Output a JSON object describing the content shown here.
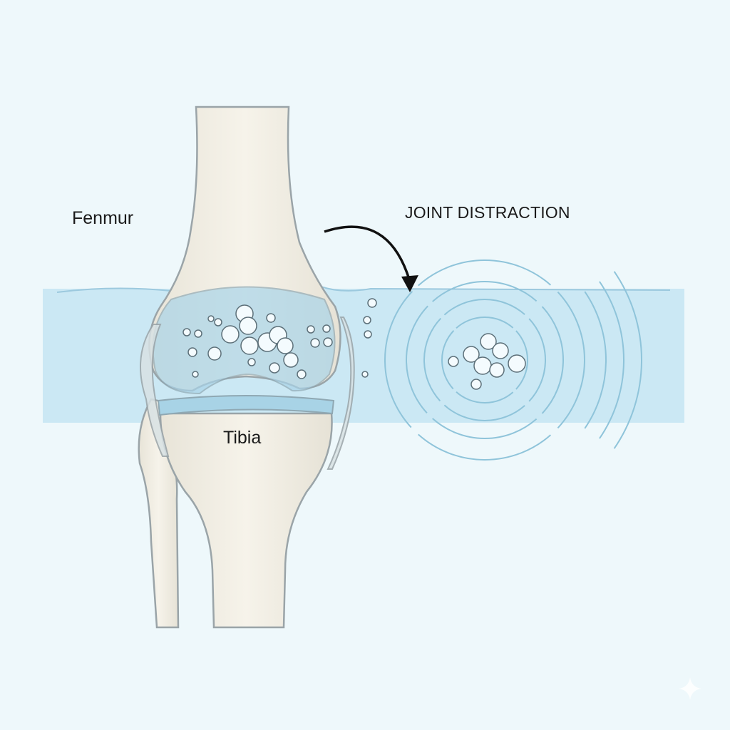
{
  "labels": {
    "femur": "Fenmur",
    "tibia": "Tibia",
    "annotation": "JOINT DISTRACTION"
  },
  "colors": {
    "background": "#eef8fb",
    "bone": "#f1ede2",
    "bone_outline": "#9aa4a8",
    "fluid": "#bfe3f2",
    "capsule": "#a9d4e8",
    "bubble": "#f4fbfe",
    "arrow": "#111111"
  }
}
